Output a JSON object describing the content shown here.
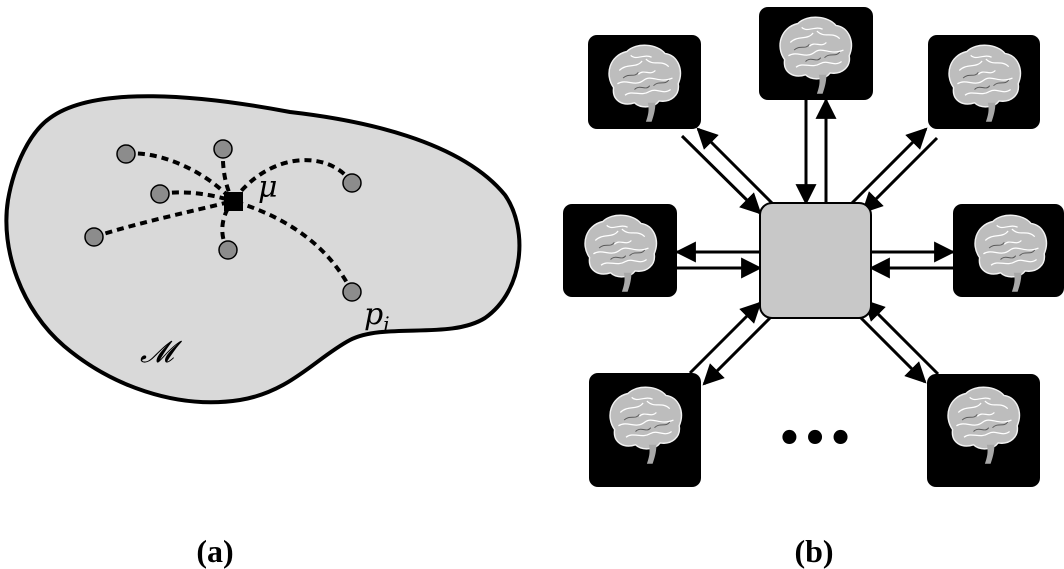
{
  "panel_a": {
    "caption": "(a)",
    "manifold_label": "𝓜",
    "mean_label": "μ",
    "point_label_base": "p",
    "point_label_sub": "i",
    "colors": {
      "manifold_fill": "#d9d9d9",
      "point_fill": "#8c8c8c",
      "mean_fill": "#000000"
    }
  },
  "panel_b": {
    "caption": "(b)",
    "ellipsis": "•••",
    "brain_count": 7,
    "colors": {
      "tile_fill": "#000000",
      "center_fill": "#c8c8c8",
      "brain_fill": "#bdbdbd"
    }
  }
}
